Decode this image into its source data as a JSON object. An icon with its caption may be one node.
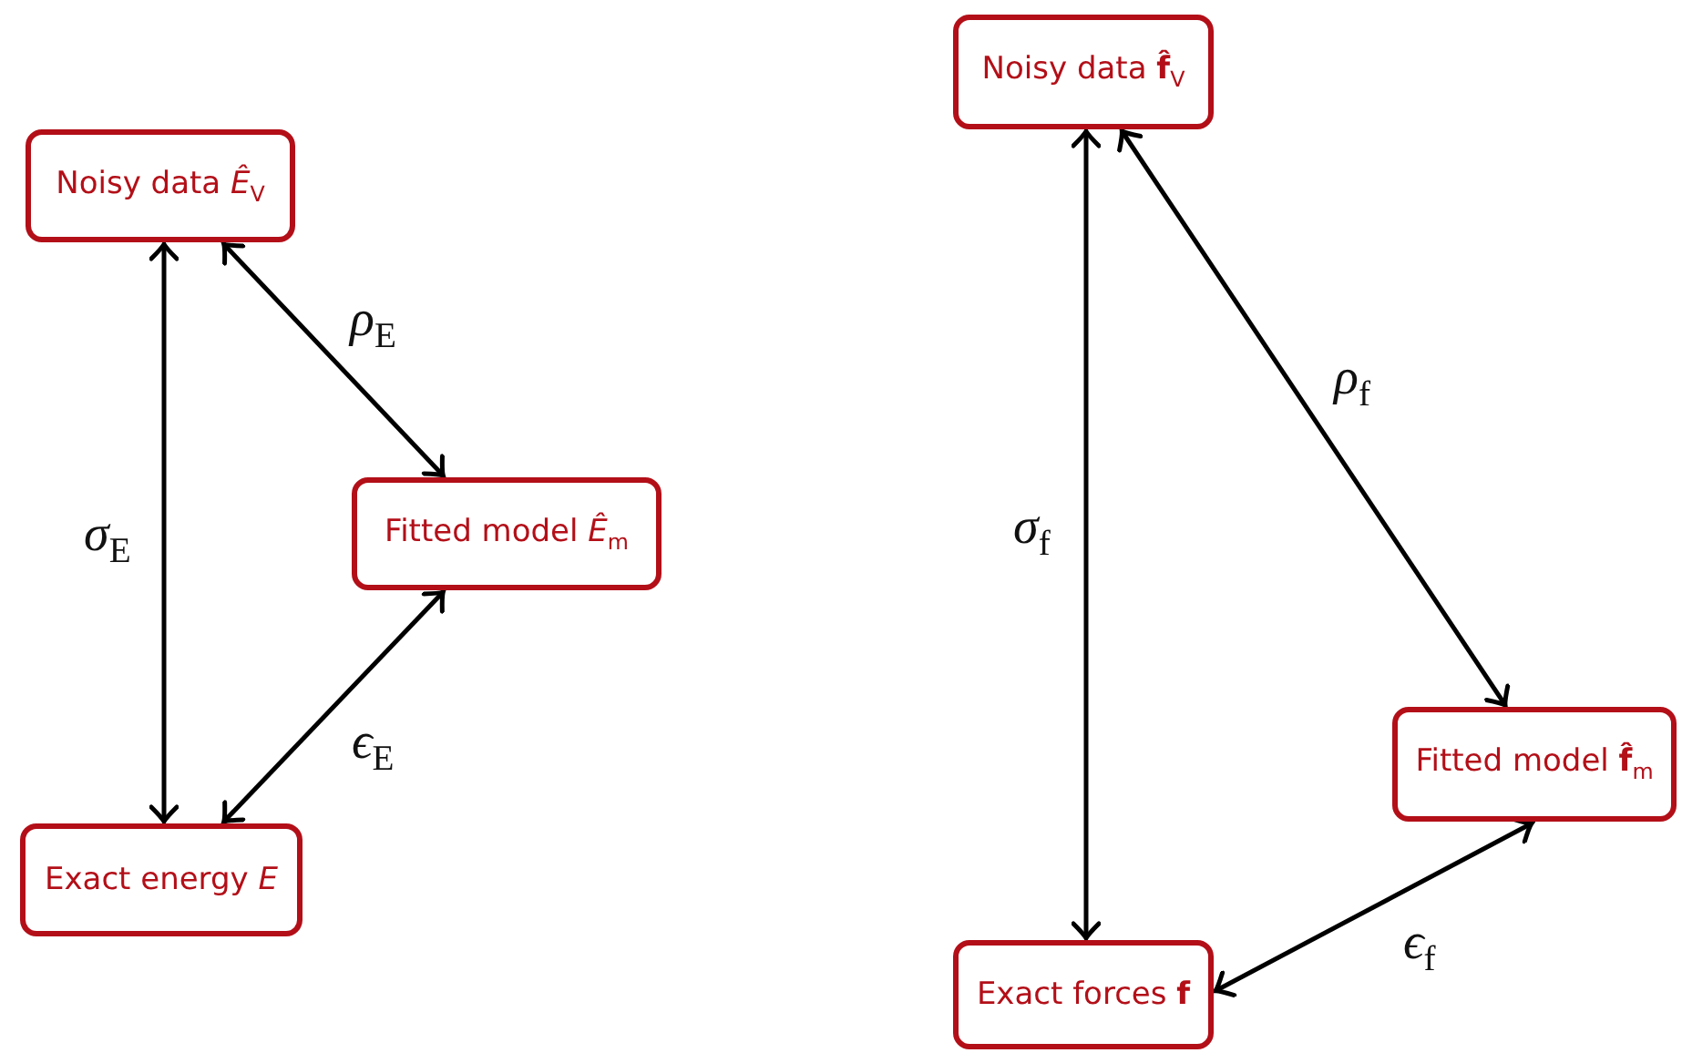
{
  "diagram": {
    "nodes": [
      {
        "text": [
          "Noisy data *Ê*$_{V}$"
        ]
      },
      {
        "text": [
          "Fitted model *Ê*$_{m}$"
        ]
      },
      {
        "text": [
          "Exact energy *E*"
        ]
      },
      {
        "text": [
          "Noisy data **f̂**$_{V}$"
        ]
      },
      {
        "text": [
          "Fitted model **f̂**$_{m}$"
        ]
      },
      {
        "text": [
          "Exact forces **f**"
        ]
      }
    ],
    "edges": [
      {
        "from": 0,
        "to": 2,
        "arrow": "both",
        "label": "*σ*$_{E}$"
      },
      {
        "from": 0,
        "to": 1,
        "arrow": "both",
        "label": "*ρ*$_{E}$"
      },
      {
        "from": 1,
        "to": 2,
        "arrow": "both",
        "label": "*ϵ*$_{E}$"
      },
      {
        "from": 3,
        "to": 5,
        "arrow": "both",
        "label": "*σ*$_{f}$"
      },
      {
        "from": 3,
        "to": 4,
        "arrow": "both",
        "label": "*ρ*$_{f}$"
      },
      {
        "from": 4,
        "to": 5,
        "arrow": "both",
        "label": "*ϵ*$_{f}$"
      }
    ]
  }
}
